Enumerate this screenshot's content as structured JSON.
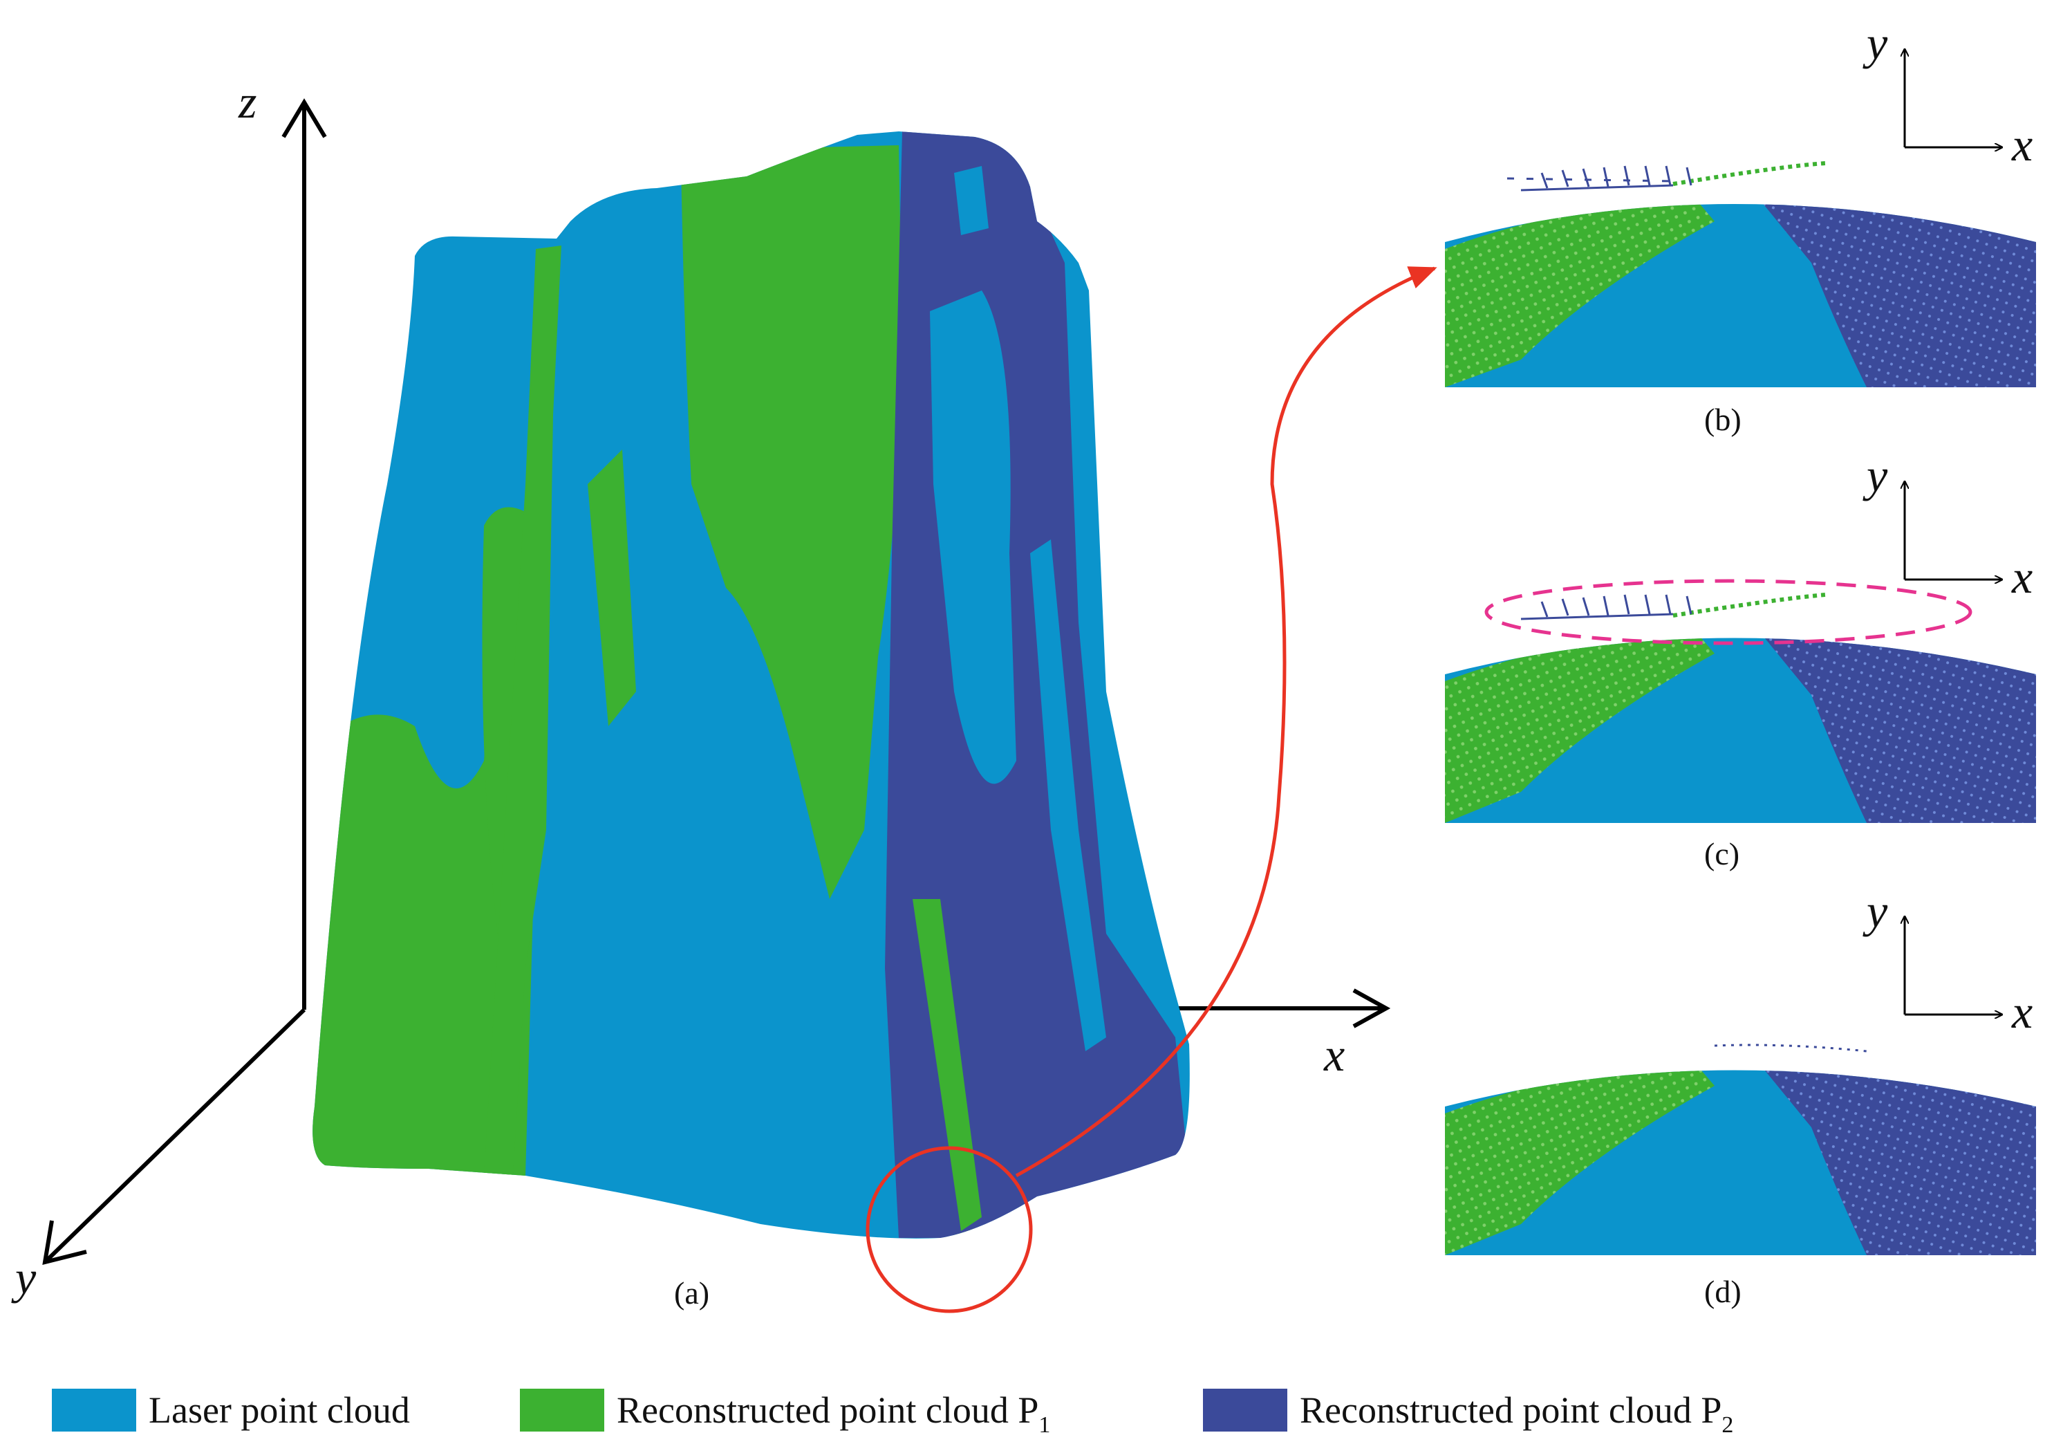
{
  "colors": {
    "laser": "#0b94cc",
    "p1": "#3cb131",
    "p2": "#3b4a9a",
    "pointer": "#ea3323",
    "dashed": "#e6338f",
    "axis": "#000000"
  },
  "axes_main": {
    "z": "z",
    "y": "y",
    "x": "x"
  },
  "panels": [
    {
      "id": "a",
      "label": "(a)"
    },
    {
      "id": "b",
      "label": "(b)",
      "axis_y": "y",
      "axis_x": "x"
    },
    {
      "id": "c",
      "label": "(c)",
      "axis_y": "y",
      "axis_x": "x"
    },
    {
      "id": "d",
      "label": "(d)",
      "axis_y": "y",
      "axis_x": "x"
    }
  ],
  "legend": [
    {
      "text": "Laser point cloud",
      "sub": "",
      "color_key": "laser"
    },
    {
      "text": "Reconstructed point cloud P",
      "sub": "1",
      "color_key": "p1"
    },
    {
      "text": "Reconstructed point cloud P",
      "sub": "2",
      "color_key": "p2"
    }
  ]
}
